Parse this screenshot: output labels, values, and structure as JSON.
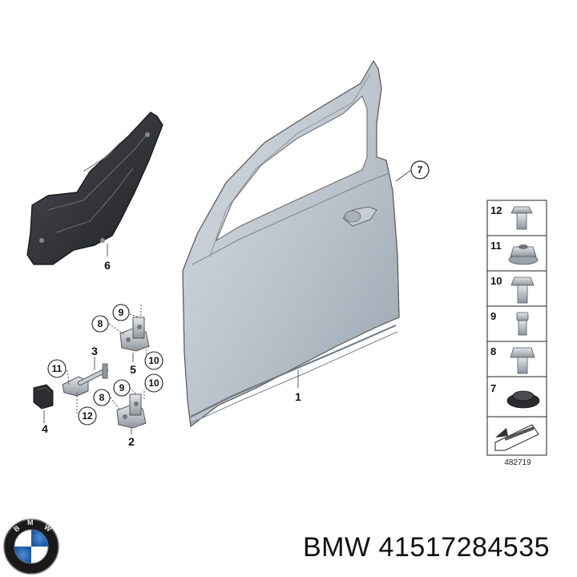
{
  "diagram": {
    "callouts": {
      "door": "1",
      "hinge_lower": "2",
      "check_strap": "3",
      "buffer": "4",
      "hinge_upper": "5",
      "inner_panel": "6",
      "plug": "7",
      "bolt_8_upper": "8",
      "bolt_8_lower": "8",
      "bolt_9_upper": "9",
      "bolt_9_lower": "9",
      "nut_10_upper": "10",
      "nut_10_lower": "10",
      "nut_11": "11",
      "screw_12": "12"
    },
    "parts_legend": [
      {
        "number": "12",
        "icon": "flange-screw-icon"
      },
      {
        "number": "11",
        "icon": "flange-nut-icon"
      },
      {
        "number": "10",
        "icon": "hex-bolt-icon"
      },
      {
        "number": "9",
        "icon": "short-bolt-icon"
      },
      {
        "number": "8",
        "icon": "flange-bolt-icon"
      },
      {
        "number": "7",
        "icon": "rubber-plug-icon"
      }
    ],
    "diagram_number": "482719"
  },
  "footer": {
    "brand_logo": "BMW",
    "part_caption": "BMW 41517284535"
  }
}
